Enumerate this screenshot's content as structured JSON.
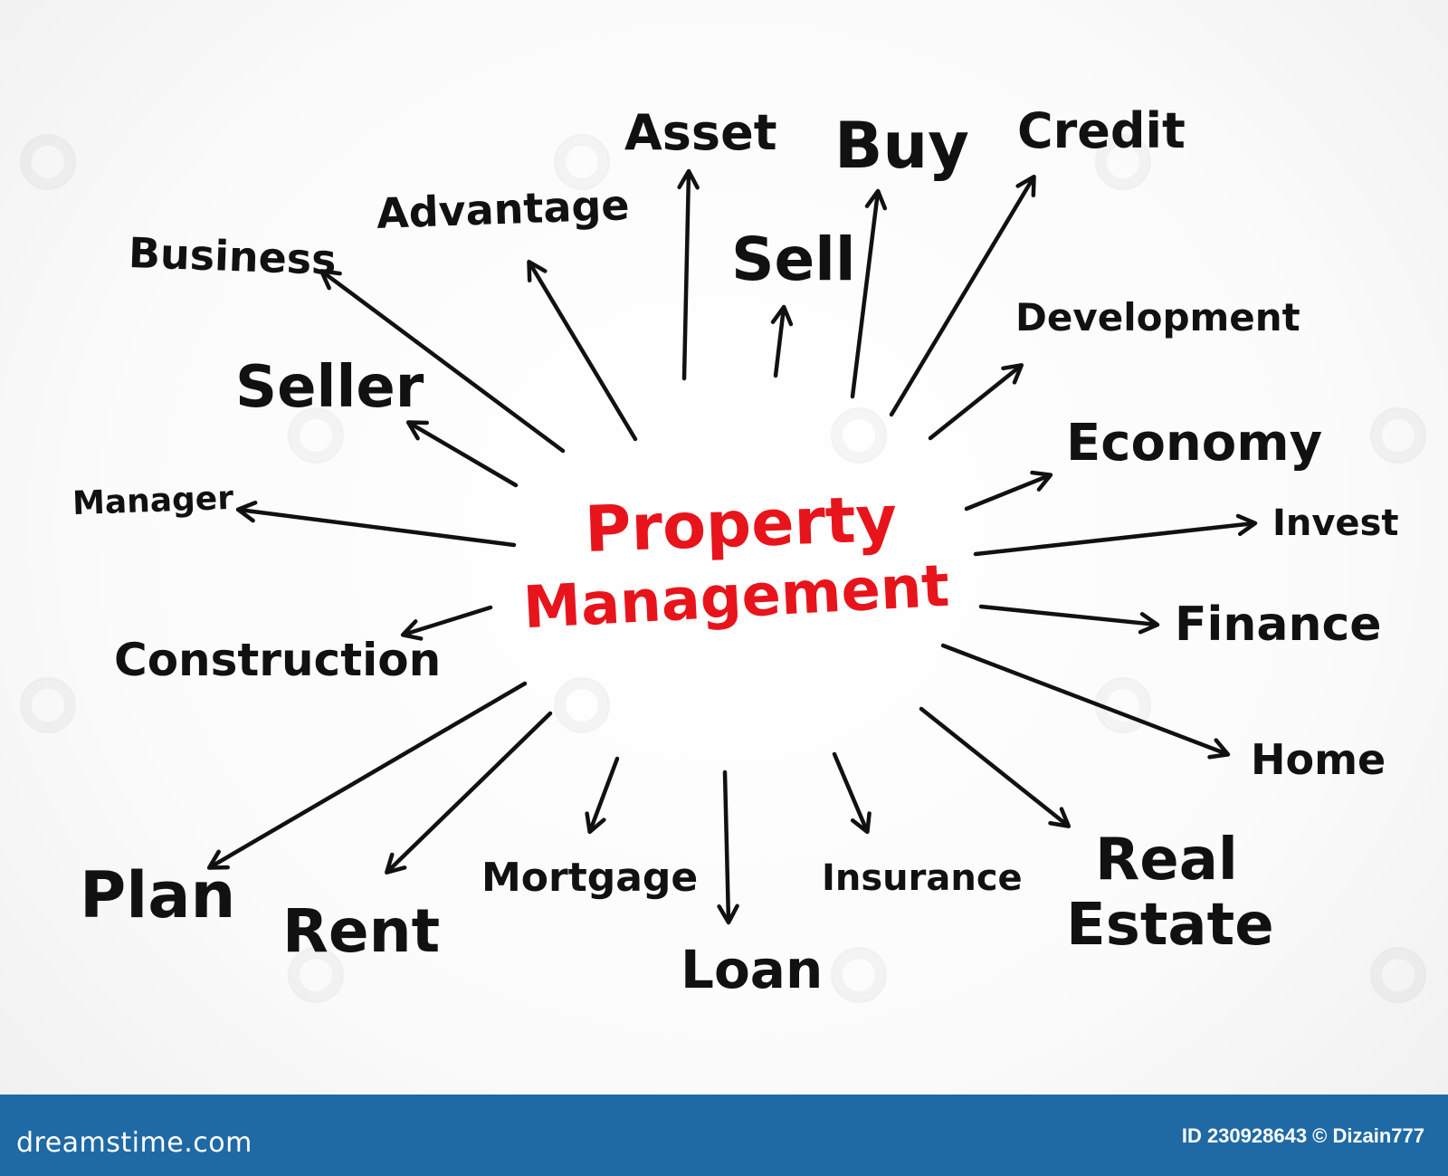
{
  "diagram": {
    "center": {
      "line1": "Property",
      "line2": "Management"
    },
    "words": {
      "asset": "Asset",
      "buy": "Buy",
      "credit": "Credit",
      "advantage": "Advantage",
      "sell": "Sell",
      "business": "Business",
      "development": "Development",
      "seller": "Seller",
      "economy": "Economy",
      "manager": "Manager",
      "invest": "Invest",
      "finance": "Finance",
      "construction": "Construction",
      "home": "Home",
      "plan": "Plan",
      "rent": "Rent",
      "mortgage": "Mortgage",
      "loan": "Loan",
      "insurance": "Insurance",
      "real_estate_line1": "Real",
      "real_estate_line2": "Estate"
    }
  },
  "footer": {
    "logo": "dreamstime.com",
    "id_text": "ID 230928643 © Dizain777"
  },
  "colors": {
    "accent": "#e8141b",
    "ink": "#111111",
    "footer_bg": "#1f6aa5"
  }
}
